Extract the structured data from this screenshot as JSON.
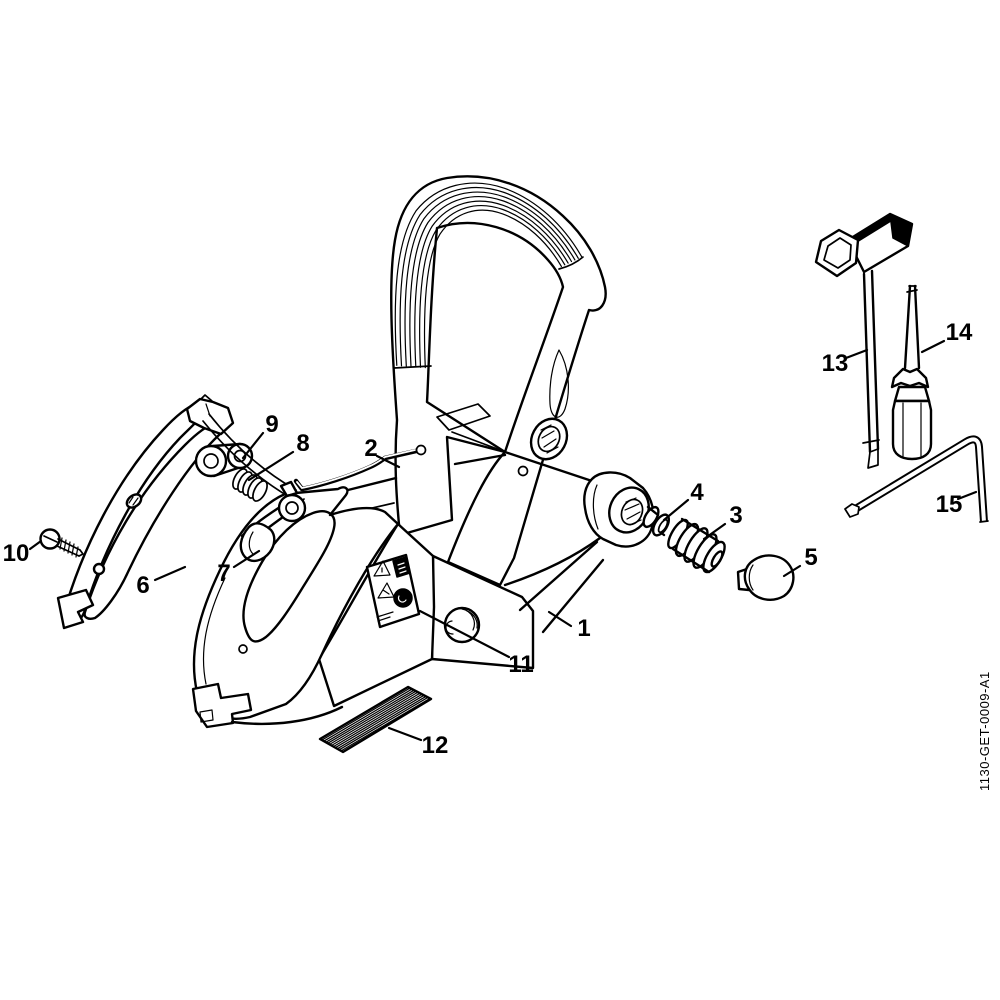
{
  "diagram": {
    "code": "1130-GET-0009-A1",
    "colors": {
      "line": "#000000",
      "background": "#ffffff"
    },
    "parts": [
      {
        "number": "1"
      },
      {
        "number": "2"
      },
      {
        "number": "3"
      },
      {
        "number": "4"
      },
      {
        "number": "5"
      },
      {
        "number": "6"
      },
      {
        "number": "7"
      },
      {
        "number": "8"
      },
      {
        "number": "9"
      },
      {
        "number": "10"
      },
      {
        "number": "11"
      },
      {
        "number": "12"
      },
      {
        "number": "13"
      },
      {
        "number": "14"
      },
      {
        "number": "15"
      }
    ]
  }
}
